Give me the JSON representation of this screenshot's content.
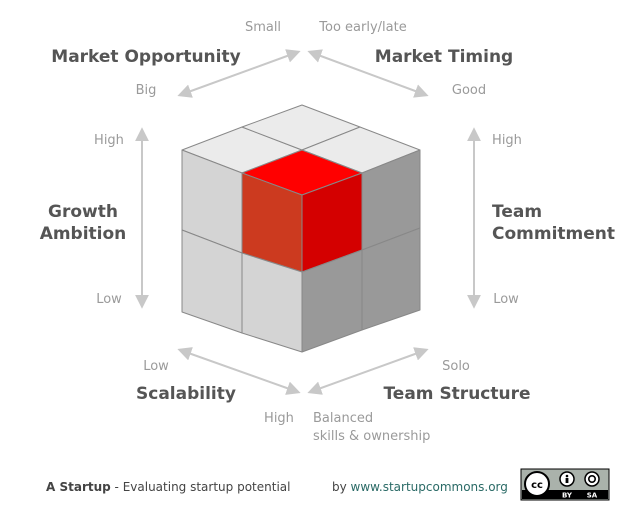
{
  "dimensions": {
    "market_opportunity": {
      "title": "Market Opportunity",
      "low": "Big",
      "high": "Small"
    },
    "market_timing": {
      "title": "Market Timing",
      "low": "Good",
      "high": "Too early/late"
    },
    "growth_ambition": {
      "title_line1": "Growth",
      "title_line2": "Ambition",
      "top": "High",
      "bottom": "Low"
    },
    "team_commitment": {
      "title_line1": "Team",
      "title_line2": "Commitment",
      "top": "High",
      "bottom": "Low"
    },
    "scalability": {
      "title": "Scalability",
      "low": "Low",
      "high": "High"
    },
    "team_structure": {
      "title": "Team Structure",
      "low": "Solo",
      "high_line1": "Balanced",
      "high_line2": "skills & ownership"
    }
  },
  "footer": {
    "startup": "A Startup",
    "subtitle": " - Evaluating startup potential",
    "by": "by ",
    "site": "www.startupcommons.org",
    "license_by": "BY",
    "license_sa": "SA"
  },
  "colors": {
    "highlight_left": "#cc3a1f",
    "highlight_right": "#d40000",
    "highlight_top": "#ff0000",
    "cube_light": "#d4d4d4",
    "cube_dark": "#999999",
    "cube_top": "#ebebeb",
    "arrow": "#c8c8c8"
  }
}
